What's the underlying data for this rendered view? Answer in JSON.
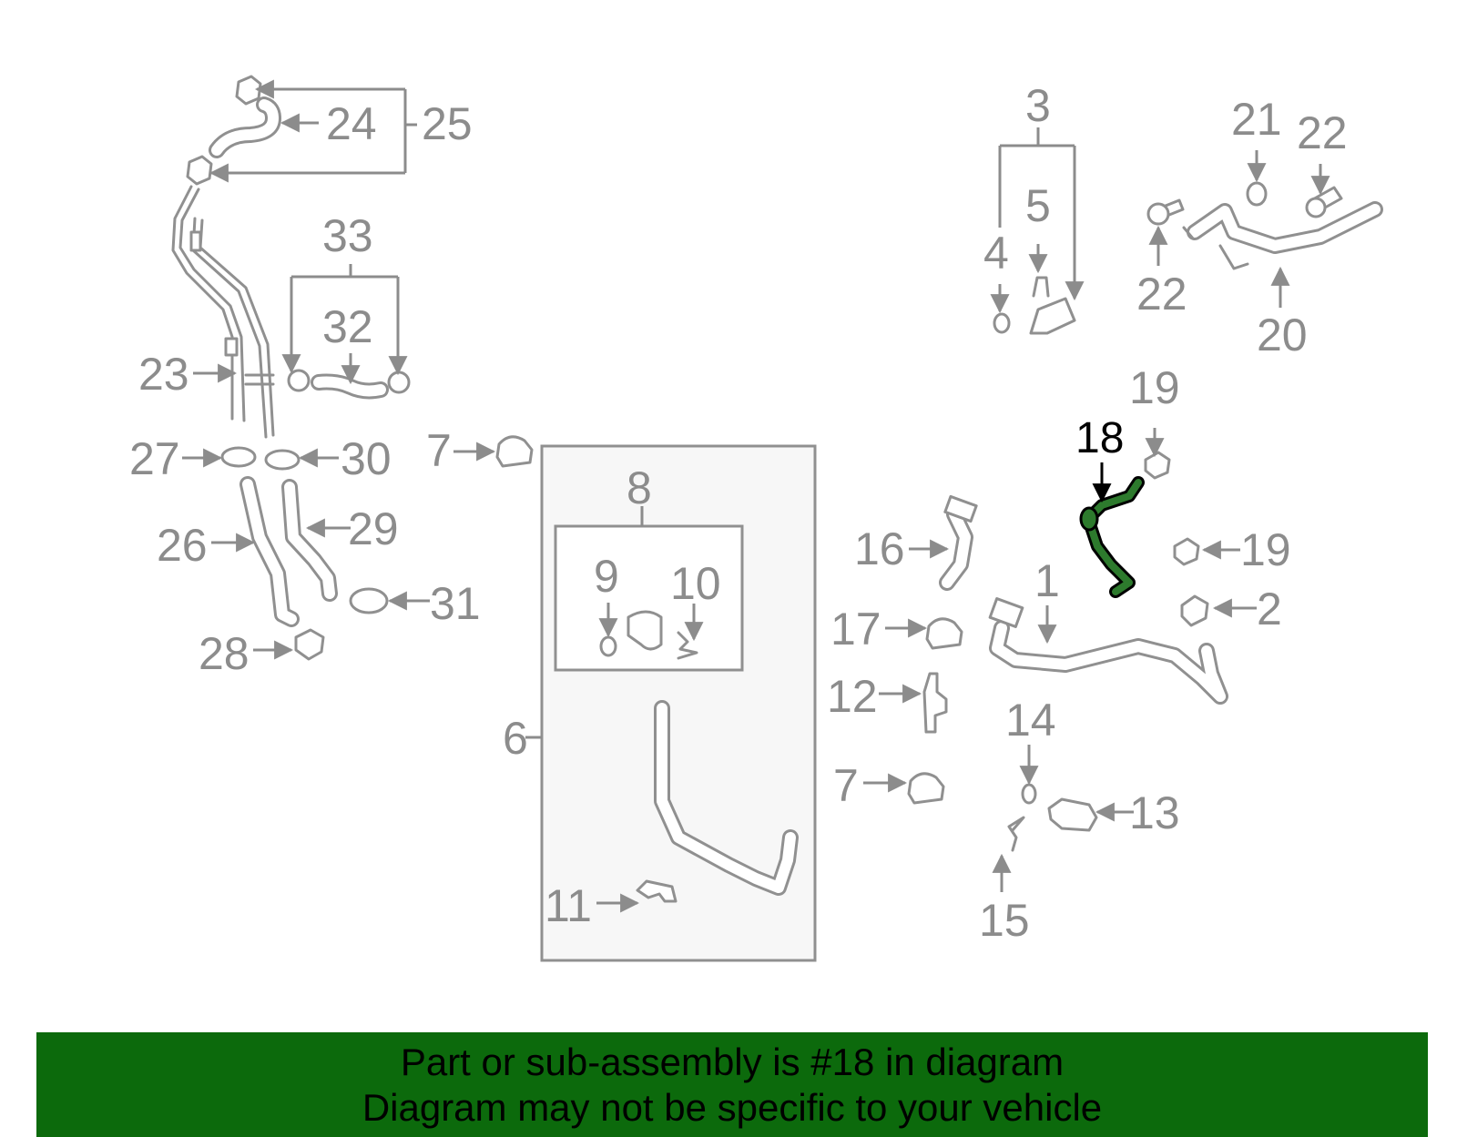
{
  "labels": {
    "l1": "1",
    "l2": "2",
    "l3": "3",
    "l4": "4",
    "l5": "5",
    "l6": "6",
    "l7": "7",
    "l8": "8",
    "l9": "9",
    "l10": "10",
    "l11": "11",
    "l12": "12",
    "l13": "13",
    "l14": "14",
    "l15": "15",
    "l16": "16",
    "l17": "17",
    "l18": "18",
    "l19": "19",
    "l20": "20",
    "l21": "21",
    "l22": "22",
    "l23": "23",
    "l24": "24",
    "l25": "25",
    "l26": "26",
    "l27": "27",
    "l28": "28",
    "l29": "29",
    "l30": "30",
    "l31": "31",
    "l32": "32",
    "l33": "33"
  },
  "highlight": {
    "part_number": "18",
    "color": "#2d7a2d"
  },
  "banner": {
    "line1": "Part or sub-assembly is #18 in diagram",
    "line2": "Diagram may not be specific to your vehicle",
    "color": "#0c6a0c"
  }
}
